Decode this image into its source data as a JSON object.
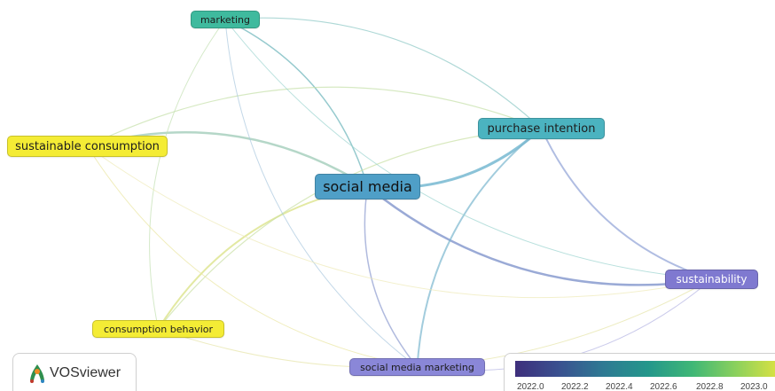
{
  "nodes": {
    "marketing": {
      "label": "marketing",
      "color": "#3fba9e",
      "text_color": "#1d1d1d"
    },
    "purchase_intention": {
      "label": "purchase intention",
      "color": "#4bb3c0",
      "text_color": "#1d1d1d"
    },
    "sustainable_consumption": {
      "label": "sustainable consumption",
      "color": "#f4ec35",
      "text_color": "#1d1d1d"
    },
    "social_media": {
      "label": "social media",
      "color": "#4f9fc7",
      "text_color": "#111111"
    },
    "sustainability": {
      "label": "sustainability",
      "color": "#7f79d0",
      "text_color": "#ffffff"
    },
    "consumption_behavior": {
      "label": "consumption behavior",
      "color": "#f4ec35",
      "text_color": "#1d1d1d"
    },
    "social_media_marketing": {
      "label": "social media marketing",
      "color": "#8a87d8",
      "text_color": "#1d1d1d"
    }
  },
  "links": [
    {
      "from": "social_media",
      "to": "purchase_intention",
      "color": "#5aa9c7",
      "weight": 3
    },
    {
      "from": "social_media",
      "to": "sustainability",
      "color": "#6f86c4",
      "weight": 2.5
    },
    {
      "from": "social_media",
      "to": "marketing",
      "color": "#6ab3b9",
      "weight": 1.5
    },
    {
      "from": "social_media",
      "to": "sustainable_consumption",
      "color": "#96c6b0",
      "weight": 2.5
    },
    {
      "from": "social_media",
      "to": "consumption_behavior",
      "color": "#d7df7a",
      "weight": 2
    },
    {
      "from": "social_media",
      "to": "social_media_marketing",
      "color": "#8e9cd0",
      "weight": 1.5
    },
    {
      "from": "purchase_intention",
      "to": "sustainability",
      "color": "#8fa1d6",
      "weight": 2
    },
    {
      "from": "purchase_intention",
      "to": "social_media_marketing",
      "color": "#7ab6cf",
      "weight": 2
    },
    {
      "from": "purchase_intention",
      "to": "marketing",
      "color": "#8cc8c4",
      "weight": 1.2
    },
    {
      "from": "purchase_intention",
      "to": "sustainable_consumption",
      "color": "#c5dfa8",
      "weight": 1.2
    },
    {
      "from": "purchase_intention",
      "to": "consumption_behavior",
      "color": "#c9e0a4",
      "weight": 1.2
    },
    {
      "from": "marketing",
      "to": "sustainability",
      "color": "#9ad3cf",
      "weight": 1
    },
    {
      "from": "marketing",
      "to": "consumption_behavior",
      "color": "#c2e0b0",
      "weight": 1
    },
    {
      "from": "marketing",
      "to": "social_media_marketing",
      "color": "#a9c7de",
      "weight": 1
    },
    {
      "from": "sustainable_consumption",
      "to": "social_media_marketing",
      "color": "#e9e6a0",
      "weight": 1
    },
    {
      "from": "sustainable_consumption",
      "to": "sustainability",
      "color": "#eeeab6",
      "weight": 1
    },
    {
      "from": "consumption_behavior",
      "to": "sustainability",
      "color": "#e6e4a6",
      "weight": 1
    },
    {
      "from": "social_media_marketing",
      "to": "sustainability",
      "color": "#b4b3e2",
      "weight": 1
    }
  ],
  "logo": {
    "text": "VOSviewer"
  },
  "legend": {
    "ticks": [
      "2022.0",
      "2022.2",
      "2022.4",
      "2022.6",
      "2022.8",
      "2023.0"
    ]
  }
}
